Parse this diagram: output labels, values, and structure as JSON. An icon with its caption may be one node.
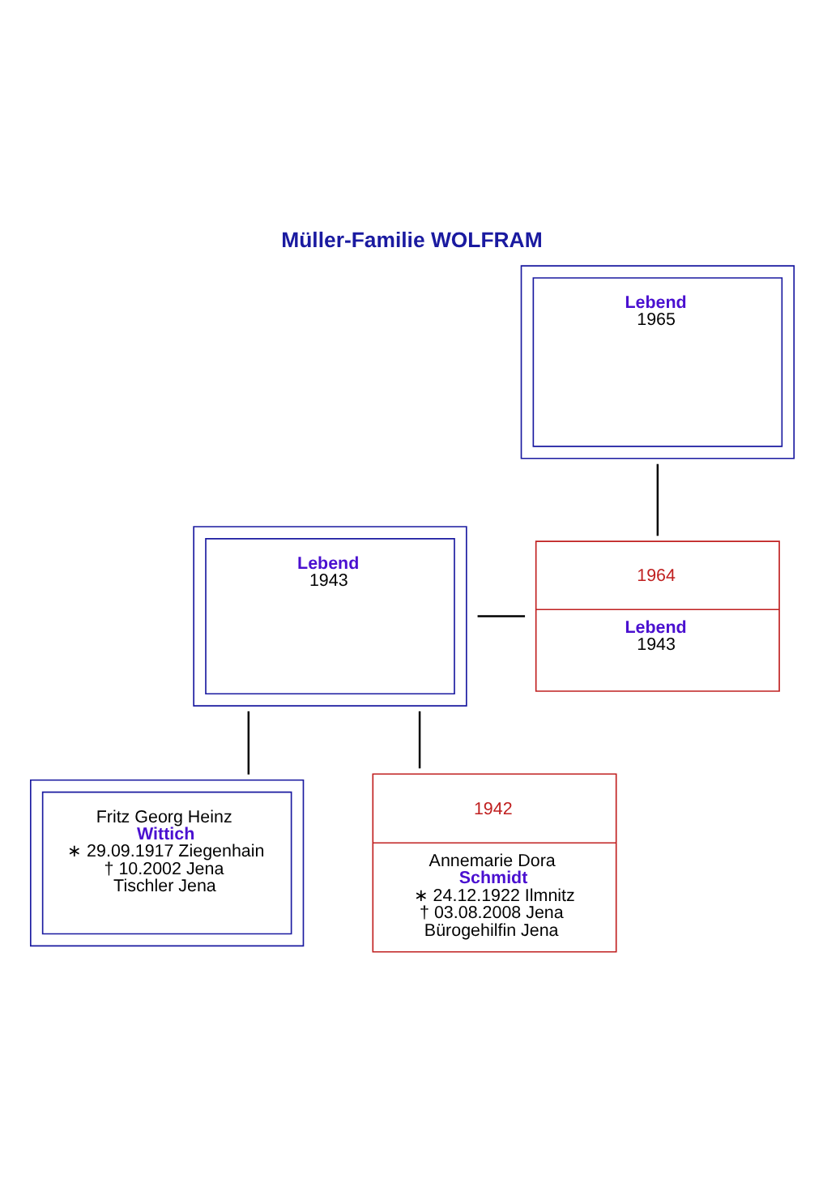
{
  "diagram": {
    "title": "Müller-Familie WOLFRAM",
    "nodes": [
      {
        "text": [
          "Lebend",
          "1965"
        ]
      },
      {
        "text": [
          "Lebend",
          "1943"
        ]
      },
      {
        "text": [
          "1964",
          "Lebend",
          "1943"
        ]
      },
      {
        "text": [
          "Fritz Georg Heinz",
          "Wittich",
          "∗ 29.09.1917 Ziegenhain",
          "† 10.2002 Jena",
          "Tischler Jena"
        ]
      },
      {
        "text": [
          "1942",
          "Annemarie Dora",
          "Schmidt",
          "∗ 24.12.1922 Ilmnitz",
          "† 03.08.2008 Jena",
          "Bürogehilfin Jena"
        ]
      }
    ],
    "edges": [
      {
        "from": 0,
        "to": 2,
        "arrow": "none"
      },
      {
        "from": 1,
        "to": 2,
        "arrow": "none"
      },
      {
        "from": 1,
        "to": 3,
        "arrow": "none"
      },
      {
        "from": 1,
        "to": 4,
        "arrow": "none"
      }
    ]
  }
}
